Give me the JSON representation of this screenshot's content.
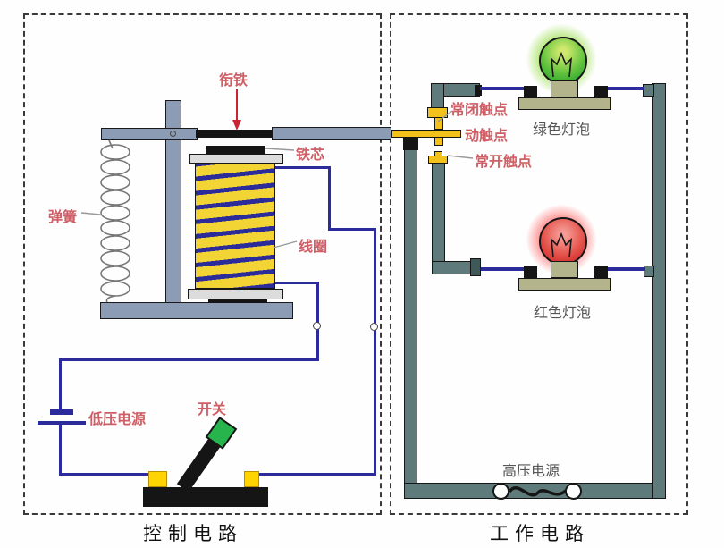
{
  "control_circuit": {
    "label": "控制电路",
    "parts": {
      "armature": "衔铁",
      "iron_core": "铁芯",
      "coil": "线圈",
      "spring": "弹簧",
      "low_voltage_source": "低压电源",
      "switch": "开关"
    }
  },
  "working_circuit": {
    "label": "工作电路",
    "parts": {
      "nc_contact": "常闭触点",
      "moving_contact": "动触点",
      "no_contact": "常开触点",
      "green_bulb": "绿色灯泡",
      "red_bulb": "红色灯泡",
      "high_voltage_source": "高压电源"
    }
  },
  "colors": {
    "wire_blue": "#2b2b9b",
    "coil_yellow": "#f2d535",
    "winding_navy": "#2b2b99",
    "contact_yellow": "#f2c21a",
    "pipe_teal": "#5e7a7a",
    "structure_gray": "#8d9cb5",
    "label_red": "#cf5f66",
    "green_bulb": "#2ca838",
    "red_bulb": "#d42a2a",
    "switch_green": "#28b44c",
    "battery_navy": "#2b2b9b"
  }
}
